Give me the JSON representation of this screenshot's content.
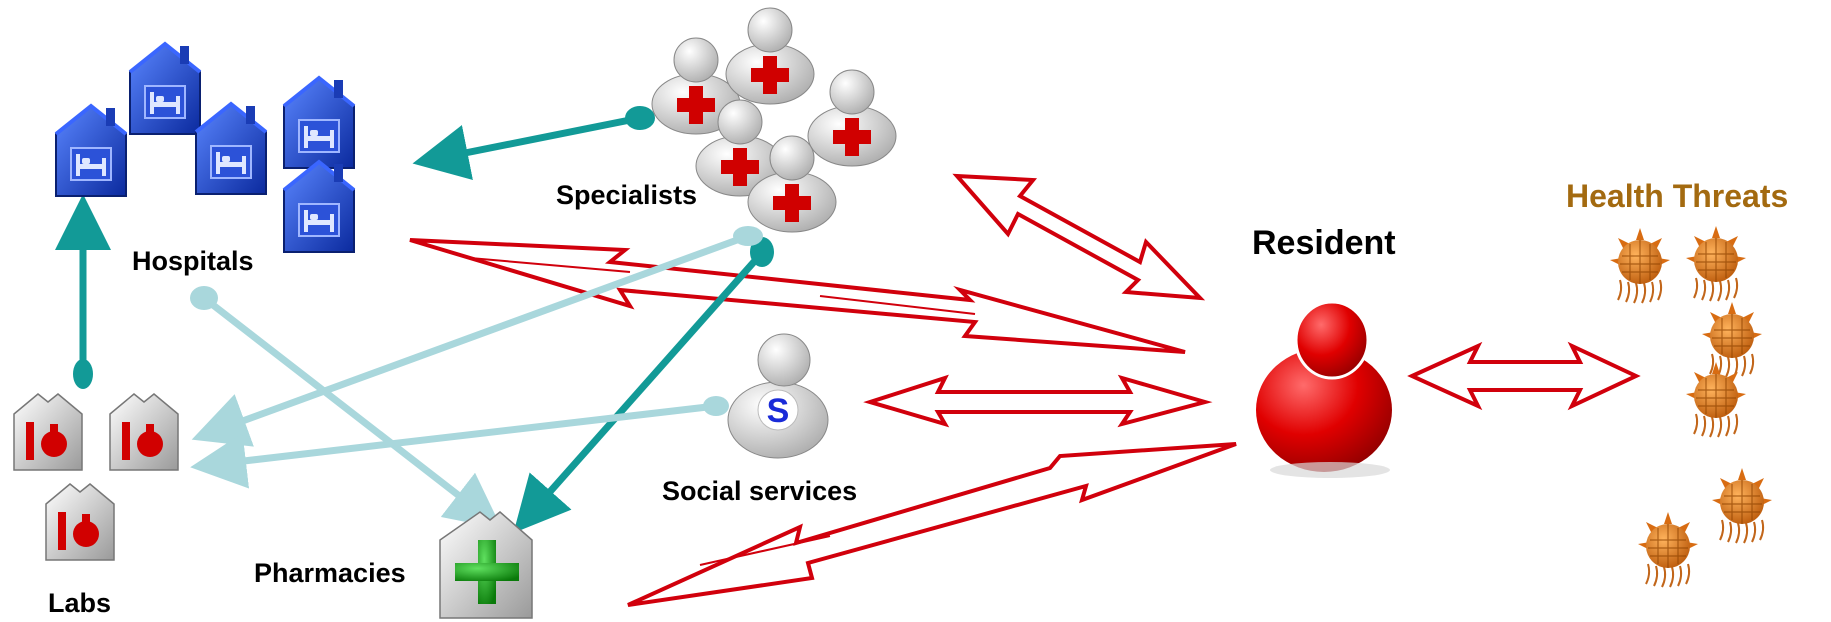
{
  "diagram": {
    "nodes": {
      "hospitals": {
        "label": "Hospitals",
        "icon": "hospital-building-icon"
      },
      "specialists": {
        "label": "Specialists",
        "icon": "doctor-red-cross-icon"
      },
      "labs": {
        "label": "Labs",
        "icon": "lab-flask-building-icon"
      },
      "pharmacies": {
        "label": "Pharmacies",
        "icon": "pharmacy-green-cross-icon"
      },
      "social_services": {
        "label": "Social services",
        "icon": "social-services-person-icon",
        "badge": "S"
      },
      "resident": {
        "label": "Resident",
        "icon": "resident-person-icon"
      },
      "health_threats": {
        "label": "Health Threats",
        "icon": "virus-icon"
      }
    },
    "colors": {
      "data_flow_dark": "#129a97",
      "data_flow_light": "#a9d7dc",
      "exchange_arrow": "#d1000c",
      "health_threats_label": "#a36a10",
      "hospital_blue": "#1f46c8",
      "virus_orange": "#e07b1c",
      "resident_red": "#d60c0c"
    }
  }
}
